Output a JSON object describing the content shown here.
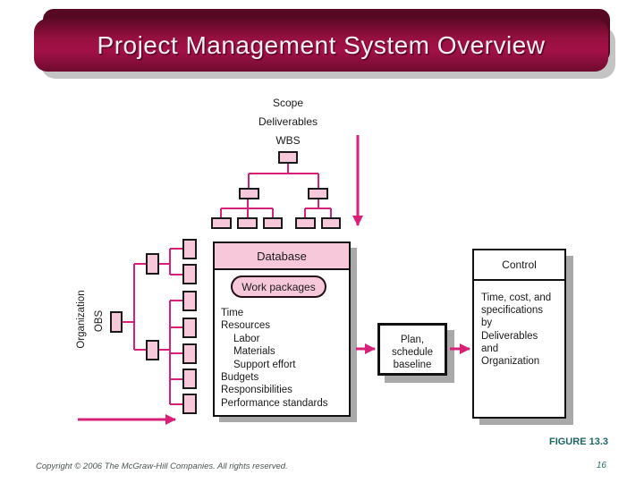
{
  "slide": {
    "title": "Project Management System Overview",
    "figure_label": "FIGURE 13.3",
    "copyright": "Copyright © 2006 The McGraw-Hill Companies. All rights reserved.",
    "page_number": "16"
  },
  "diagram": {
    "wbs_labels": [
      "Scope",
      "Deliverables",
      "WBS"
    ],
    "obs_labels": [
      "Organization",
      "OBS"
    ],
    "database": {
      "header": "Database",
      "work_packages_label": "Work packages",
      "items": [
        "Time",
        "Resources",
        "Labor",
        "Materials",
        "Support effort",
        "Budgets",
        "Responsibilities",
        "Performance standards"
      ]
    },
    "plan_box_lines": [
      "Plan,",
      "schedule",
      "baseline"
    ],
    "control": {
      "header": "Control",
      "body_lines": [
        "Time, cost, and",
        "specifications",
        "by",
        "Deliverables",
        "and",
        "Organization"
      ]
    },
    "colors": {
      "accent_magenta": "#d92078",
      "node_pink": "#f7c8da",
      "title_maroon": "#a31147",
      "figure_teal": "#1b6663",
      "shadow_gray": "#a9a9a9"
    }
  }
}
